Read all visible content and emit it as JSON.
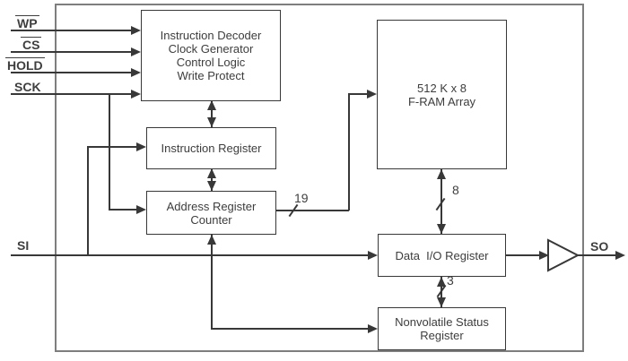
{
  "diagram": {
    "inputs": [
      {
        "label": "WP",
        "overline": true
      },
      {
        "label": "CS",
        "overline": true
      },
      {
        "label": "HOLD",
        "overline": true
      },
      {
        "label": "SCK",
        "overline": false
      },
      {
        "label": "SI",
        "overline": false
      }
    ],
    "output": {
      "label": "SO"
    },
    "blocks": {
      "decoder": {
        "lines": [
          "Instruction Decoder",
          "Clock Generator",
          "Control Logic",
          "Write Protect"
        ]
      },
      "instruction_register": {
        "label": "Instruction Register"
      },
      "address_register": {
        "lines": [
          "Address Register",
          "Counter"
        ]
      },
      "fram_array": {
        "lines": [
          "512 K x 8",
          "F-RAM Array"
        ]
      },
      "data_io_register": {
        "label": "Data  I/O Register"
      },
      "nv_status_register": {
        "lines": [
          "Nonvolatile Status",
          "Register"
        ]
      }
    },
    "bus_widths": {
      "address": "19",
      "data": "8",
      "status": "3"
    },
    "colors": {
      "line": "#383838",
      "outer_border": "#7e7e7e",
      "text": "#3f3f3f",
      "background": "#ffffff"
    }
  }
}
